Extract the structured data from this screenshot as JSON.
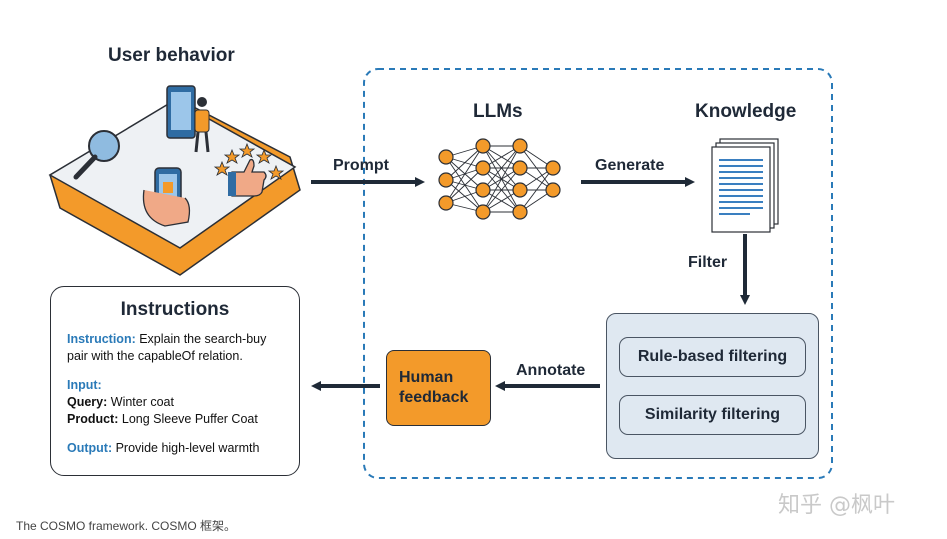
{
  "user_behavior": {
    "title": "User behavior"
  },
  "steps": {
    "prompt": "Prompt",
    "llms": "LLMs",
    "generate": "Generate",
    "knowledge": "Knowledge",
    "filter": "Filter",
    "annotate": "Annotate"
  },
  "filters": [
    "Rule-based filtering",
    "Similarity filtering"
  ],
  "human_feedback": {
    "line1": "Human",
    "line2": "feedback"
  },
  "instructions": {
    "title": "Instructions",
    "instruction_label": "Instruction:",
    "instruction_text": " Explain the search-buy pair with the capableOf relation.",
    "input_label": "Input:",
    "query_label": "Query:",
    "query_text": " Winter coat",
    "product_label": "Product:",
    "product_text": " Long Sleeve Puffer Coat",
    "output_label": "Output:",
    "output_text": " Provide high-level warmth"
  },
  "caption": "The COSMO framework. COSMO 框架。",
  "watermark": "知乎 @枫叶",
  "colors": {
    "orange": "#f39a2a",
    "blue_dash": "#2a7ab8",
    "dark": "#1f2a37",
    "panel": "#dfe8f1"
  }
}
